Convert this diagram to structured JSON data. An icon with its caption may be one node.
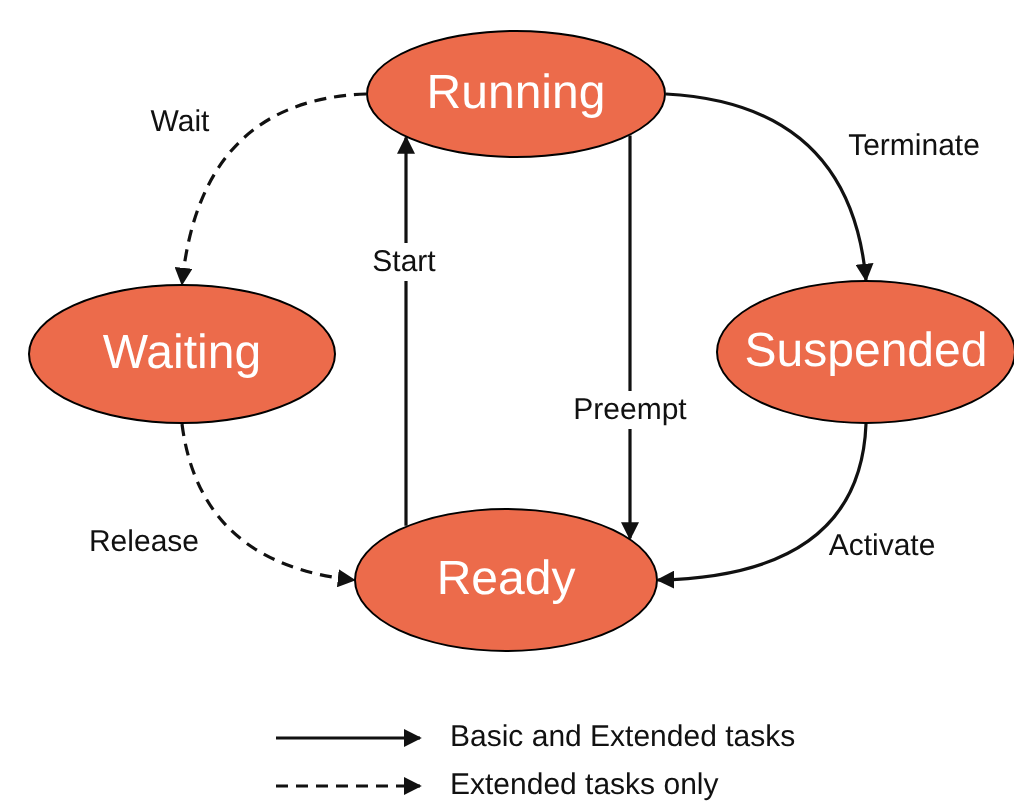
{
  "diagram": {
    "nodes": [
      {
        "text": [
          "Running"
        ]
      },
      {
        "text": [
          "Waiting"
        ]
      },
      {
        "text": [
          "Suspended"
        ]
      },
      {
        "text": [
          "Ready"
        ]
      }
    ],
    "edges": [
      {
        "from": 0,
        "to": 1,
        "arrow": "to",
        "label": "Wait",
        "style": "dashed"
      },
      {
        "from": 0,
        "to": 2,
        "arrow": "to",
        "label": "Terminate"
      },
      {
        "from": 0,
        "to": 3,
        "arrow": "to",
        "label": "Preempt"
      },
      {
        "from": 3,
        "to": 0,
        "arrow": "to",
        "label": "Start"
      },
      {
        "from": 1,
        "to": 3,
        "arrow": "to",
        "label": "Release",
        "style": "dashed"
      },
      {
        "from": 2,
        "to": 3,
        "arrow": "to",
        "label": "Activate"
      }
    ],
    "legend": [
      {
        "text": "Basic and Extended tasks"
      },
      {
        "text": "Extended tasks only"
      }
    ]
  }
}
